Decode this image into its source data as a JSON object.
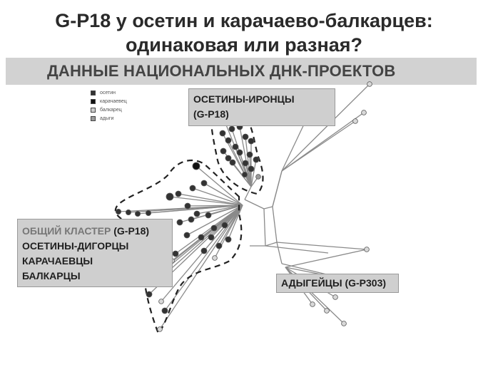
{
  "title": {
    "line1": "G-P18 у осетин и карачаево-балкарцев:",
    "line2": "одинаковая или разная?"
  },
  "subtitle": "ДАННЫЕ НАЦИОНАЛЬНЫХ ДНК-ПРОЕКТОВ",
  "legend": [
    {
      "label": "осетин",
      "color": "#333333"
    },
    {
      "label": "карачаевец",
      "color": "#111111"
    },
    {
      "label": "балкарец",
      "color": "#cccccc"
    },
    {
      "label": "адыги",
      "color": "#9a9a9a"
    }
  ],
  "clusters": {
    "ironcy": {
      "line1": "ОСЕТИНЫ-ИРОНЦЫ",
      "line2": "(G-P18)"
    },
    "common": {
      "line1_muted": "ОБЩИЙ КЛАСТЕР",
      "line1_rest": " (G-P18)",
      "line2": "ОСЕТИНЫ-ДИГОРЦЫ",
      "line3": "КАРАЧАЕВЦЫ",
      "line4": "БАЛКАРЦЫ"
    },
    "adyg": {
      "label": "АДЫГЕЙЦЫ (G-P303)"
    }
  },
  "colors": {
    "line": "#8a8a8a",
    "dashed": "#222222",
    "node_dark": "#333333",
    "node_black": "#111111",
    "node_light": "#d8d8d8",
    "node_mid": "#9a9a9a"
  }
}
